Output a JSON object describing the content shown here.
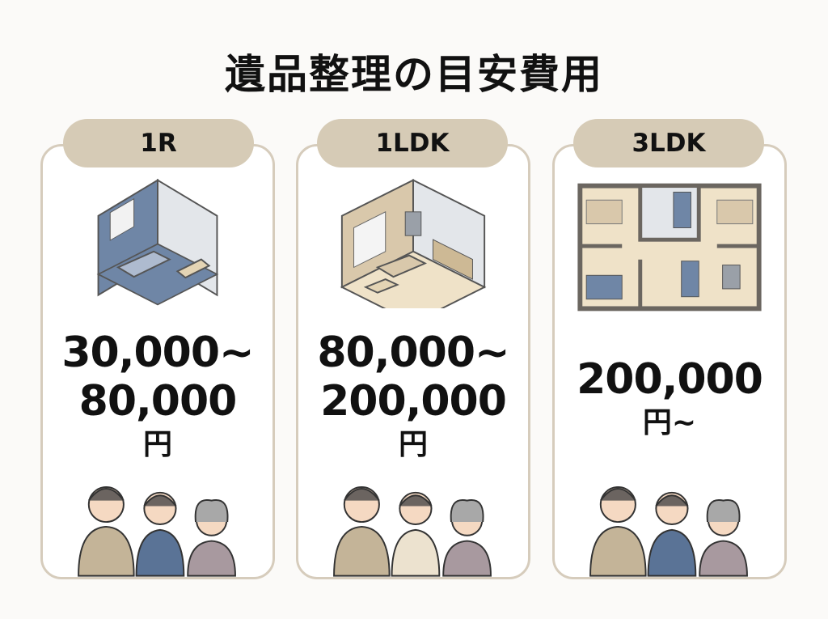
{
  "title": "遺品整理の目安費用",
  "colors": {
    "accent": "#d6cbb6",
    "border": "#d6ccbc",
    "blue": "#6f86a6",
    "beige": "#e9dcc4",
    "wall": "#6b6660"
  },
  "cards": [
    {
      "label": "1R",
      "illustration": "isometric-bedroom",
      "price_line1": "30,000~",
      "price_line2": "80,000",
      "unit": "円"
    },
    {
      "label": "1LDK",
      "illustration": "isometric-living-kitchen",
      "price_line1": "80,000~",
      "price_line2": "200,000",
      "unit": "円"
    },
    {
      "label": "3LDK",
      "illustration": "floor-plan",
      "price_line1": "200,000",
      "price_line2": "",
      "unit": "円~"
    }
  ]
}
